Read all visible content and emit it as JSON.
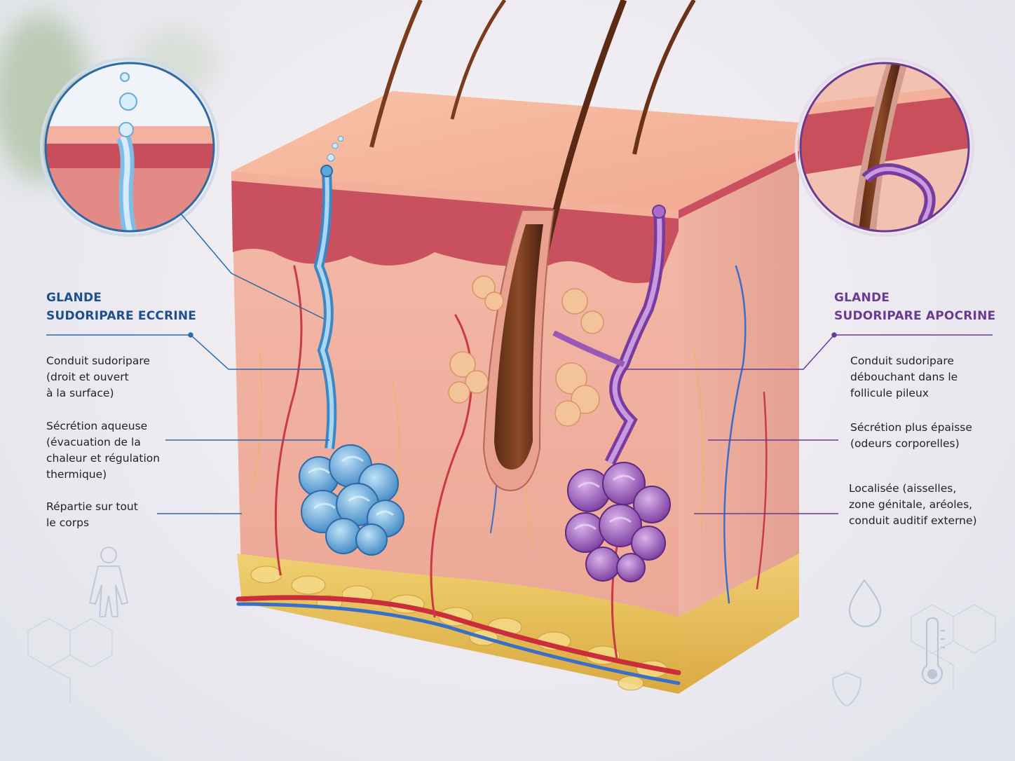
{
  "eccrine": {
    "title": [
      "GLANDE",
      "SUDORIPARE ECCRINE"
    ],
    "notes": [
      "Conduit sudoripare\n(droit et ouvert\nà la surface)",
      "Sécrétion aqueuse\n(évacuation de la\nchaleur et régulation\nthermique)",
      "Répartie sur tout\nle corps"
    ]
  },
  "apocrine": {
    "title": [
      "GLANDE",
      "SUDORIPARE APOCRINE"
    ],
    "notes": [
      "Conduit sudoripare\ndébouchant dans le\nfollicule pileux",
      "Sécrétion plus épaisse\n(odeurs corporelles)",
      "Localisée (aisselles,\nzone génitale, aréoles,\nconduit auditif externe)"
    ]
  },
  "colors": {
    "eccrine_accent": "#1e4f8f",
    "eccrine_gland": "#5aa7dc",
    "apocrine_accent": "#6b3b93",
    "apocrine_gland": "#9b59b6",
    "epidermis": "#f1a58e",
    "dermis": "#f2b7a6",
    "fat": "#e9c35a"
  },
  "icons": [
    "human-body-icon",
    "water-drop-icon",
    "shield-icon",
    "thermometer-icon",
    "molecule-pattern-icon"
  ]
}
